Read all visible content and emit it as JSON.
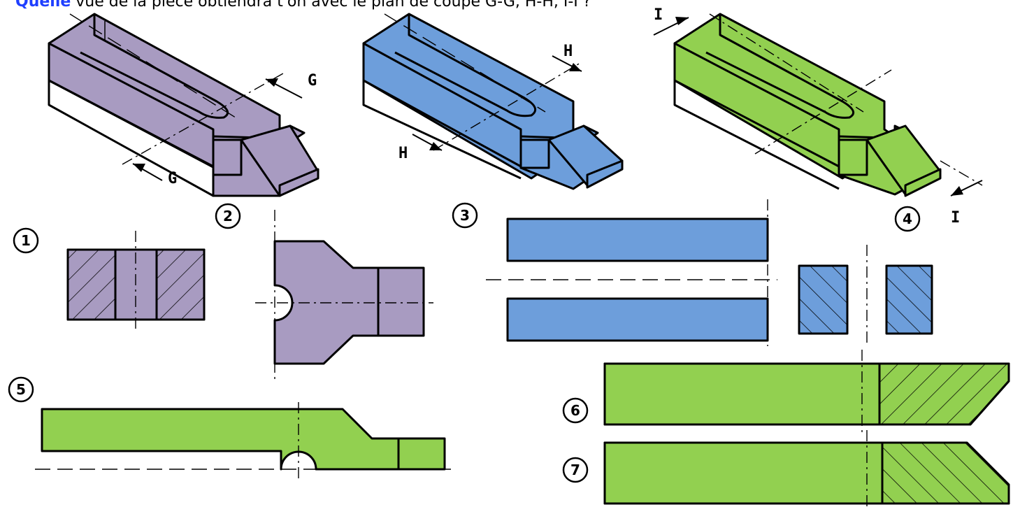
{
  "header": {
    "keyword": "Quelle",
    "text": " vue de la pièce obtiendra t'on avec le plan de coupe G-G, H-H, I-I ?"
  },
  "colors": {
    "purple": "#a89bc1",
    "blue": "#6d9edb",
    "green": "#92d050"
  },
  "isometric_views": [
    {
      "name": "purple-part",
      "cut_label": "G"
    },
    {
      "name": "blue-part",
      "cut_label": "H"
    },
    {
      "name": "green-part",
      "cut_label": "I"
    }
  ],
  "choices": [
    "1",
    "2",
    "3",
    "4",
    "5",
    "6",
    "7"
  ]
}
